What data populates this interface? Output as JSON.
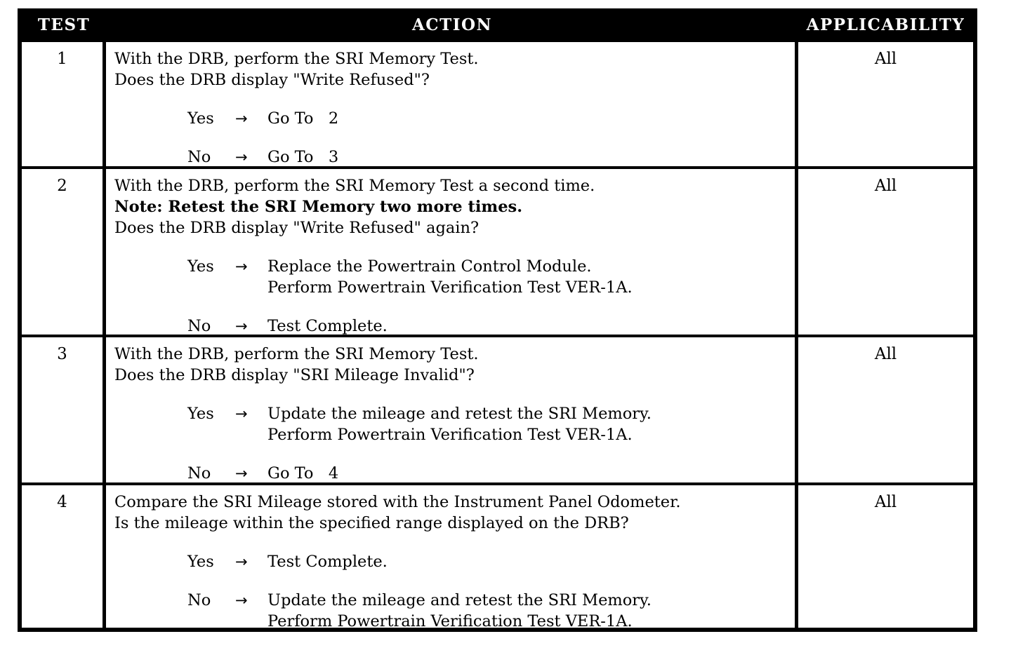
{
  "colors": {
    "header_bg": "#000000",
    "header_fg": "#ffffff",
    "body_fg": "#000000",
    "page_bg": "#ffffff"
  },
  "table": {
    "headers": [
      {
        "label": "TEST"
      },
      {
        "label": "ACTION"
      },
      {
        "label": "APPLICABILITY"
      }
    ],
    "rows": [
      {
        "test": "1",
        "applicability": "All",
        "question_lines": [
          {
            "text": "With the DRB, perform the SRI Memory Test.",
            "bold": false
          },
          {
            "text": "Does the DRB display \"Write Refused\"?",
            "bold": false
          }
        ],
        "branches": [
          {
            "label": "Yes",
            "arrow_icon": "→",
            "lines": [
              "Go To   2"
            ]
          },
          {
            "label": "No",
            "arrow_icon": "→",
            "lines": [
              "Go To   3"
            ]
          }
        ]
      },
      {
        "test": "2",
        "applicability": "All",
        "question_lines": [
          {
            "text": "With the DRB, perform the SRI Memory Test a second time.",
            "bold": false
          },
          {
            "text": "Note: Retest the SRI Memory two more times.",
            "bold": true
          },
          {
            "text": "Does the DRB display \"Write Refused\" again?",
            "bold": false
          }
        ],
        "branches": [
          {
            "label": "Yes",
            "arrow_icon": "→",
            "lines": [
              "Replace the Powertrain Control Module.",
              "Perform Powertrain Verification Test VER-1A."
            ]
          },
          {
            "label": "No",
            "arrow_icon": "→",
            "lines": [
              "Test Complete."
            ]
          }
        ]
      },
      {
        "test": "3",
        "applicability": "All",
        "question_lines": [
          {
            "text": "With the DRB, perform the SRI Memory Test.",
            "bold": false
          },
          {
            "text": "Does the DRB display \"SRI Mileage Invalid\"?",
            "bold": false
          }
        ],
        "branches": [
          {
            "label": "Yes",
            "arrow_icon": "→",
            "lines": [
              "Update the mileage and retest the SRI Memory.",
              "Perform Powertrain Verification Test VER-1A."
            ]
          },
          {
            "label": "No",
            "arrow_icon": "→",
            "lines": [
              "Go To   4"
            ]
          }
        ]
      },
      {
        "test": "4",
        "applicability": "All",
        "question_lines": [
          {
            "text": "Compare the SRI Mileage stored with the Instrument Panel Odometer.",
            "bold": false
          },
          {
            "text": "Is the mileage within the specified range displayed on the DRB?",
            "bold": false
          }
        ],
        "branches": [
          {
            "label": "Yes",
            "arrow_icon": "→",
            "lines": [
              "Test Complete."
            ]
          },
          {
            "label": "No",
            "arrow_icon": "→",
            "lines": [
              "Update the mileage and retest the SRI Memory.",
              "Perform Powertrain Verification Test VER-1A."
            ]
          }
        ]
      }
    ]
  }
}
